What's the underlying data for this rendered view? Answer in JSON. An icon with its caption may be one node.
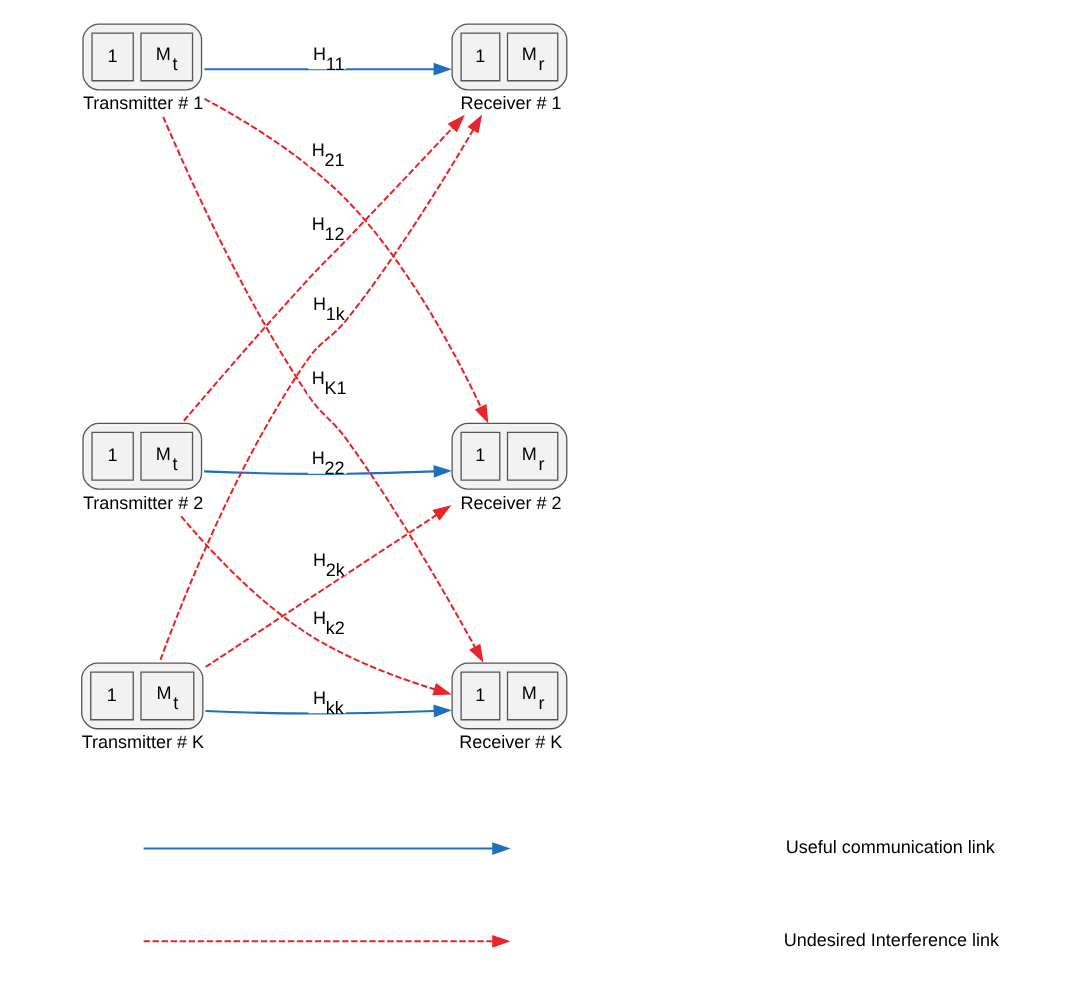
{
  "diagram": {
    "nodes": [
      {
        "text": [
          "1",
          "M$_{t}$"
        ],
        "beside": [
          "Transmitter # 1"
        ]
      },
      {
        "text": [
          "1",
          "M$_{t}$"
        ],
        "beside": [
          "Transmitter # 2"
        ]
      },
      {
        "text": [
          "1",
          "M$_{t}$"
        ],
        "beside": [
          "Transmitter # K"
        ]
      },
      {
        "text": [
          "1",
          "M$_{r}$"
        ],
        "beside": [
          "Receiver # 1"
        ]
      },
      {
        "text": [
          "1",
          "M$_{r}$"
        ],
        "beside": [
          "Receiver # 2"
        ]
      },
      {
        "text": [
          "1",
          "M$_{r}$"
        ],
        "beside": [
          "Receiver # K"
        ]
      }
    ],
    "edges": [
      {
        "from": 0,
        "to": 3,
        "arrow": "to",
        "label": "H$_{11}$",
        "color": "#1f6fbf"
      },
      {
        "from": 0,
        "to": 4,
        "arrow": "to",
        "label": "H$_{21}$",
        "style": "dashed"
      },
      {
        "from": 0,
        "to": 5,
        "arrow": "to",
        "label": "H$_{K1}$",
        "style": "dashed"
      },
      {
        "from": 1,
        "to": 3,
        "arrow": "to",
        "label": "H$_{12}$",
        "style": "dashed"
      },
      {
        "from": 1,
        "to": 4,
        "arrow": "to",
        "label": "H$_{22}$",
        "color": "#1f6fbf"
      },
      {
        "from": 1,
        "to": 5,
        "arrow": "to",
        "label": "H$_{k2}$",
        "style": "dashed"
      },
      {
        "from": 2,
        "to": 3,
        "arrow": "to",
        "label": "H$_{1k}$",
        "style": "dashed"
      },
      {
        "from": 2,
        "to": 4,
        "arrow": "to",
        "label": "H$_{2k}$",
        "style": "dashed"
      },
      {
        "from": 2,
        "to": 5,
        "arrow": "to",
        "label": "H$_{kk}$",
        "color": "#1f6fbf"
      }
    ],
    "legend": [
      {
        "text": "Useful communication link"
      },
      {
        "text": "Undesired Interference link"
      }
    ]
  }
}
